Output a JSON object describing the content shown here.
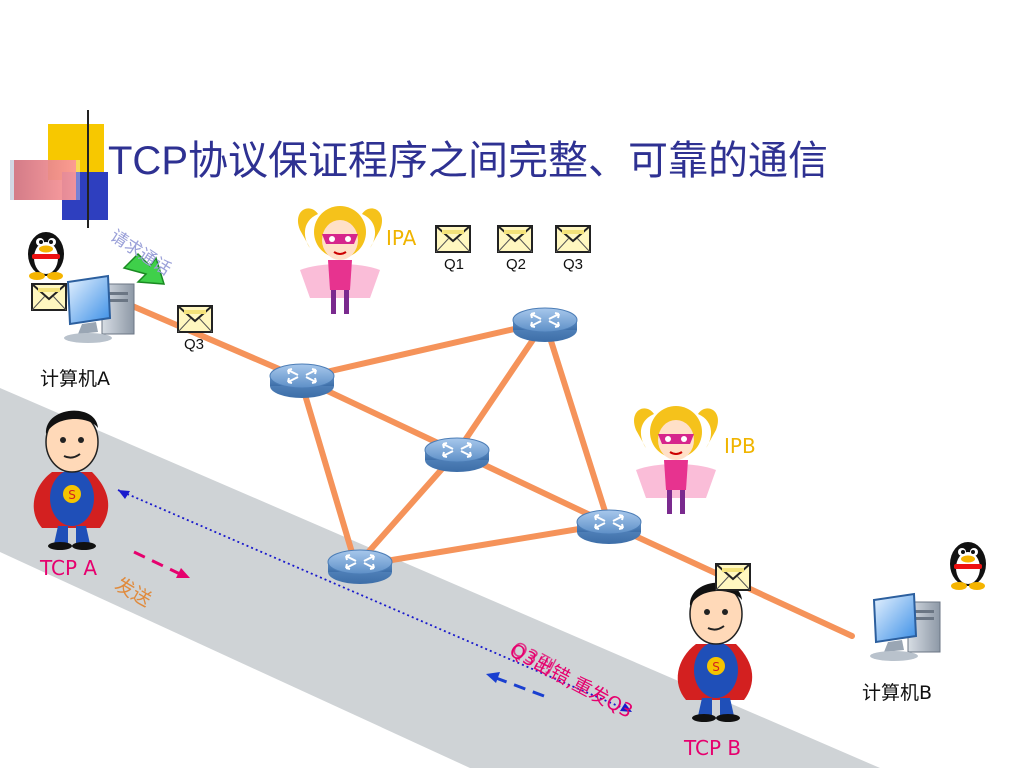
{
  "slide": {
    "title": "TCP协议保证程序之间完整、可靠的通信"
  },
  "labels": {
    "request_call": "请求通话",
    "computer_a": "计算机A",
    "computer_b": "计算机B",
    "ipa": "IPA",
    "ipb": "IPB",
    "tcp_a": "TCP A",
    "tcp_b": "TCP B",
    "send": "发送",
    "q3_received": "Q3到",
    "q3_error_resend": "Q3出错,重发Q3"
  },
  "packets": {
    "q1": "Q1",
    "q2": "Q2",
    "q3": "Q3",
    "q3_near_a": "Q3"
  },
  "colors": {
    "title": "#2e3192",
    "link": "#f5935a",
    "router": "#6f9fd0",
    "road": "#cfd3d6",
    "ip_label": "#f0b400",
    "tcp_label": "#e6006e",
    "send_label": "#e08a3c",
    "dotted_line": "#1a1acc",
    "dash_red": "#e6006e",
    "dash_blue": "#1a3fd0"
  }
}
